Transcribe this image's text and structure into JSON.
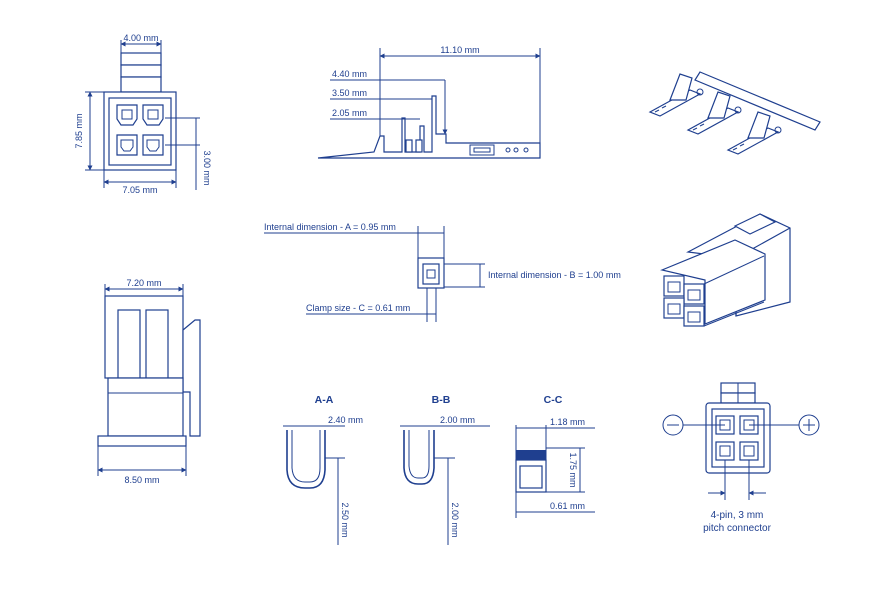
{
  "dimensions": {
    "top_width": "4.00 mm",
    "height_left": "7.85 mm",
    "pitch_vertical": "3.00 mm",
    "front_width": "7.05 mm",
    "terminal_length": "11.10 mm",
    "terminal_d1": "4.40 mm",
    "terminal_d2": "3.50 mm",
    "terminal_d3": "2.05 mm",
    "internal_a": "Internal dimension - A = 0.95 mm",
    "internal_b": "Internal dimension - B = 1.00 mm",
    "clamp_c": "Clamp size - C = 0.61 mm",
    "side_top": "7.20 mm",
    "side_bottom": "8.50 mm",
    "aa_width": "2.40 mm",
    "aa_height": "2.50 mm",
    "bb_width": "2.00 mm",
    "bb_height": "2.00 mm",
    "cc_width": "1.18 mm",
    "cc_height": "1.75 mm",
    "cc_bottom": "0.61 mm"
  },
  "sections": {
    "aa": "A-A",
    "bb": "B-B",
    "cc": "C-C"
  },
  "caption": {
    "line1": "4-pin, 3 mm",
    "line2": "pitch connector"
  },
  "symbols": {
    "minus": "minus-icon",
    "plus": "plus-icon"
  },
  "colors": {
    "ink": "#1f3f8f"
  }
}
